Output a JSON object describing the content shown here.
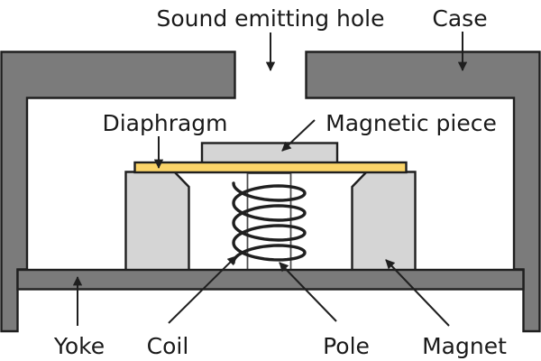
{
  "labels": {
    "sound_emitting_hole": "Sound emitting hole",
    "case": "Case",
    "diaphragm": "Diaphragm",
    "magnetic_piece": "Magnetic piece",
    "yoke": "Yoke",
    "coil": "Coil",
    "pole": "Pole",
    "magnet": "Magnet"
  },
  "colors": {
    "case": "#7b7b7b",
    "yoke": "#7b7b7b",
    "magnet": "#d5d5d5",
    "magnetic_piece": "#d5d5d5",
    "diaphragm": "#fbd469",
    "outline": "#1f1f1f",
    "text": "#1a1a1a",
    "background": "#ffffff"
  }
}
